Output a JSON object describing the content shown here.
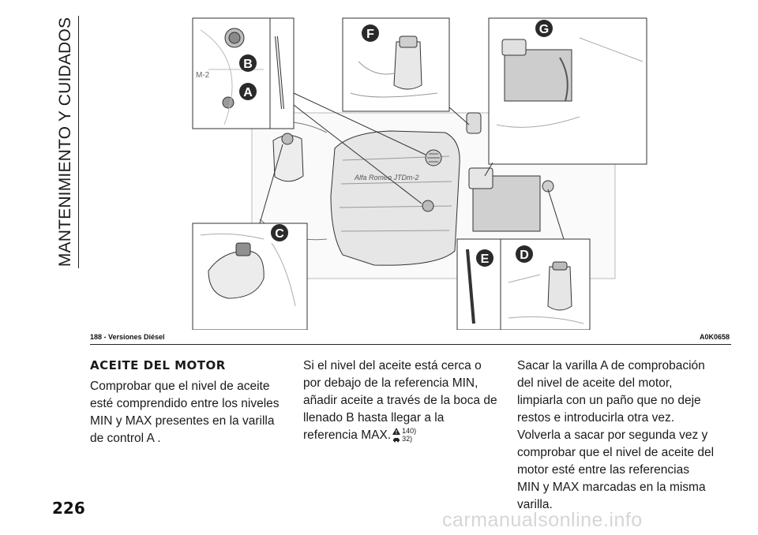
{
  "side_tab": {
    "title": "MANTENIMIENTO Y CUIDADOS"
  },
  "figure": {
    "caption_left": "188 - Versiones Diésel",
    "caption_right": "A0K0658",
    "callouts": [
      "A",
      "B",
      "C",
      "D",
      "E",
      "F",
      "G"
    ],
    "engine_cover_text": "Alfa Romeo JTDm-2",
    "cap_text": "M-2",
    "label_color": "#2a2a2a"
  },
  "content": {
    "heading": "ACEITE DEL MOTOR",
    "col1_text": "Comprobar que el nivel de aceite esté comprendido entre los niveles MIN y MAX presentes en la varilla de control A .",
    "col2_text": "Si el nivel del aceite está cerca o por debajo de la referencia MIN, añadir aceite a través de la boca de llenado B hasta llegar a la referencia MAX.",
    "ref_warning": "140)",
    "ref_note": "32)",
    "col3_text": "Sacar la varilla A de comprobación del nivel de aceite del motor, limpiarla con un paño que no deje restos e introducirla otra vez. Volverla a sacar por segunda vez y comprobar que el nivel de aceite del motor esté entre las referencias MIN y MAX marcadas en la misma varilla."
  },
  "footer": {
    "page_number": "226",
    "watermark": "carmanualsonline.info"
  }
}
